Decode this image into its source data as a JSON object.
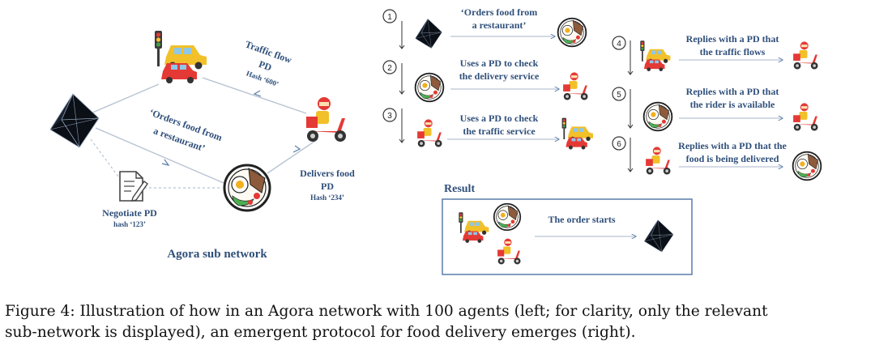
{
  "left_panel": {
    "edge_traffic": [
      "Traffic flow",
      "PD",
      "Hash ‘600’"
    ],
    "edge_orders": [
      "‘Orders food from",
      "a restaurant’"
    ],
    "edge_delivers": [
      "Delivers food",
      "PD",
      "Hash ‘234’"
    ],
    "negotiate": [
      "Negotiate PD",
      "hash ‘123’"
    ],
    "title": "Agora sub network"
  },
  "steps": [
    {
      "num": "1",
      "text": [
        "‘Orders food from",
        "a restaurant’"
      ]
    },
    {
      "num": "2",
      "text": [
        "Uses a PD to check",
        "the delivery service"
      ]
    },
    {
      "num": "3",
      "text": [
        "Uses a PD to check",
        "the traffic service"
      ]
    },
    {
      "num": "4",
      "text": [
        "Replies with a PD that",
        "the traffic flows"
      ]
    },
    {
      "num": "5",
      "text": [
        "Replies with a PD that",
        "the rider is available"
      ]
    },
    {
      "num": "6",
      "text": [
        "Replies with a PD that the",
        "food is being delivered"
      ]
    }
  ],
  "result": {
    "title": "Result",
    "text": "The order starts"
  },
  "caption": [
    "Figure 4: Illustration of how in an Agora network with 100 agents (left; for clarity, only the relevant",
    "sub-network is displayed), an emergent protocol for food delivery emerges (right)."
  ],
  "colors": {
    "label": "#2f4f7a",
    "line": "#a9b6c9",
    "box": "#5a7ca8",
    "step_circle": "#333333"
  },
  "icons": [
    "octahedron-icon",
    "traffic-car-icon",
    "scooter-rider-icon",
    "restaurant-food-icon",
    "document-pen-icon"
  ]
}
